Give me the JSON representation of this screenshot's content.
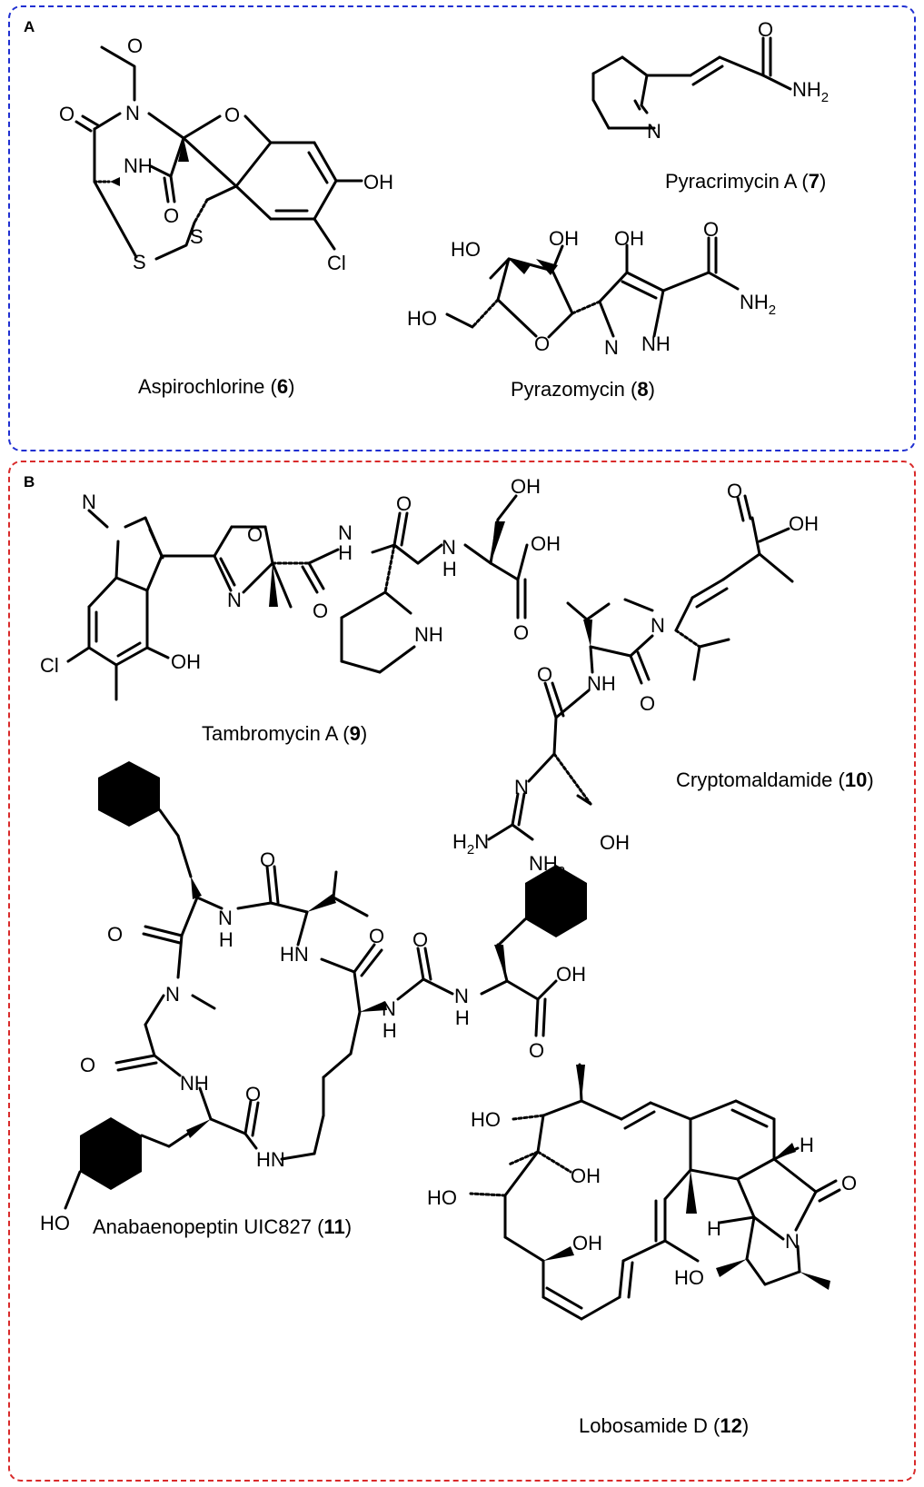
{
  "colors": {
    "panel_a_border": "#1f2fd1",
    "panel_b_border": "#d92a2a"
  },
  "panels": [
    {
      "letter": "A"
    },
    {
      "letter": "B"
    }
  ],
  "compounds": {
    "c6": {
      "name": "Aspirochlorine",
      "number": "6"
    },
    "c7": {
      "name": "Pyracrimycin A",
      "number": "7"
    },
    "c8": {
      "name": "Pyrazomycin",
      "number": "8"
    },
    "c9": {
      "name": "Tambromycin A",
      "number": "9"
    },
    "c10": {
      "name": "Cryptomaldamide",
      "number": "10"
    },
    "c11": {
      "name": "Anabaenopeptin UIC827",
      "number": "11"
    },
    "c12": {
      "name": "Lobosamide D",
      "number": "12"
    }
  },
  "atom_labels": {
    "O": "O",
    "N": "N",
    "NH": "NH",
    "HN": "HN",
    "S": "S",
    "Cl": "Cl",
    "OH": "OH",
    "HO": "HO",
    "NH2": "NH",
    "H2N": "H",
    "H": "H",
    "two": "2"
  }
}
